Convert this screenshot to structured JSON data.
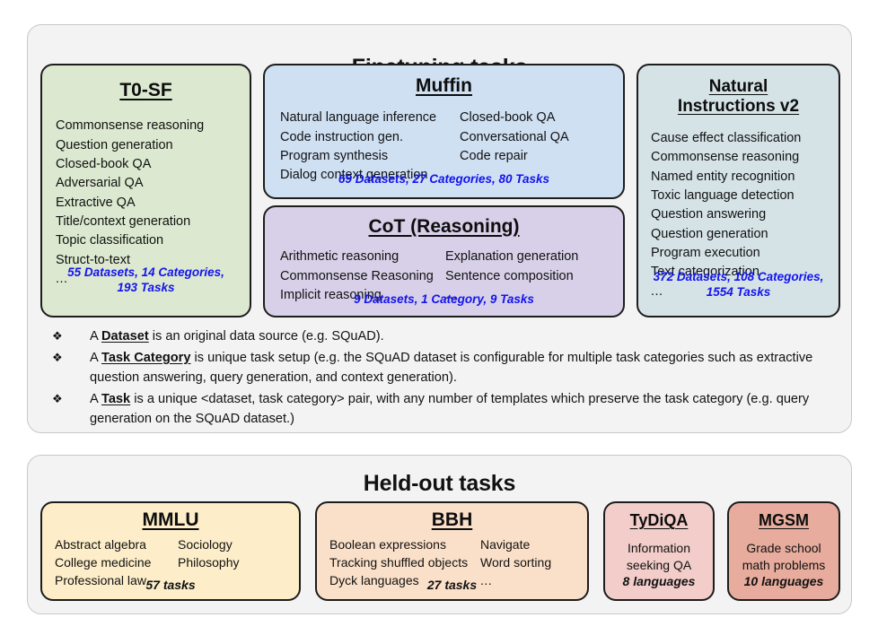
{
  "finetuning": {
    "title": "Finetuning tasks",
    "boxes": [
      {
        "id": "t0sf",
        "name": "T0-SF",
        "color": "#dce9d0",
        "col1": [
          "Commonsense reasoning",
          "Question generation",
          "Closed-book QA",
          "Adversarial QA",
          "Extractive QA",
          "Title/context generation",
          "Topic classification",
          "Struct-to-text",
          "..."
        ],
        "col2": [],
        "stat": "55 Datasets, 14 Categories,\n193 Tasks"
      },
      {
        "id": "muffin",
        "name": "Muffin",
        "color": "#cfe0f3",
        "col1": [
          "Natural language inference",
          "Code instruction gen.",
          "Program synthesis",
          "Dialog context generation"
        ],
        "col2": [
          "Closed-book QA",
          "Conversational QA",
          "Code repair",
          "..."
        ],
        "stat": "69 Datasets, 27 Categories, 80 Tasks"
      },
      {
        "id": "cot",
        "name": "CoT (Reasoning)",
        "color": "#d7d0e8",
        "col1": [
          "Arithmetic reasoning",
          "Commonsense Reasoning",
          "Implicit reasoning"
        ],
        "col2": [
          "Explanation generation",
          "Sentence composition",
          "..."
        ],
        "stat": "9 Datasets, 1 Category, 9 Tasks"
      },
      {
        "id": "niv2",
        "name_line1": "Natural",
        "name_line2": "Instructions v2",
        "color": "#d5e3e7",
        "col1": [
          "Cause effect classification",
          "Commonsense reasoning",
          "Named entity recognition",
          "Toxic language detection",
          "Question answering",
          "Question generation",
          "Program execution",
          "Text categorization",
          "..."
        ],
        "col2": [],
        "stat": "372 Datasets, 108 Categories,\n1554 Tasks"
      }
    ],
    "bullets": [
      {
        "marker": "❖",
        "parts": [
          {
            "t": "A ",
            "b": false
          },
          {
            "t": "Dataset",
            "b": true
          },
          {
            "t": " is an original data source (e.g. SQuAD).",
            "b": false
          }
        ]
      },
      {
        "marker": "❖",
        "parts": [
          {
            "t": "A ",
            "b": false
          },
          {
            "t": "Task Category",
            "b": true
          },
          {
            "t": " is unique task setup (e.g. the SQuAD dataset is configurable for multiple task categories such as extractive question answering, query generation, and context generation).",
            "b": false
          }
        ]
      },
      {
        "marker": "❖",
        "parts": [
          {
            "t": "A ",
            "b": false
          },
          {
            "t": "Task",
            "b": true
          },
          {
            "t": " is a unique <dataset, task category> pair, with any number of templates which preserve the task category (e.g. query generation on the SQuAD dataset.)",
            "b": false
          }
        ]
      }
    ]
  },
  "heldout": {
    "title": "Held-out tasks",
    "boxes": [
      {
        "id": "mmlu",
        "name": "MMLU",
        "color": "#fdeec9",
        "col1": [
          "Abstract algebra",
          "College medicine",
          "Professional law"
        ],
        "col2": [
          "Sociology",
          "Philosophy",
          "..."
        ],
        "stat": "57 tasks"
      },
      {
        "id": "bbh",
        "name": "BBH",
        "color": "#fbe0c9",
        "col1": [
          "Boolean expressions",
          "Tracking shuffled objects",
          "Dyck languages"
        ],
        "col2": [
          "Navigate",
          "Word sorting",
          "..."
        ],
        "stat": "27 tasks"
      },
      {
        "id": "tydiqa",
        "name": "TyDiQA",
        "color": "#f2cdc9",
        "col1": [
          "Information",
          "seeking QA"
        ],
        "col2": [],
        "stat": "8 languages"
      },
      {
        "id": "mgsm",
        "name": "MGSM",
        "color": "#e7ac9d",
        "col1": [
          "Grade school",
          "math problems"
        ],
        "col2": [],
        "stat": "10 languages"
      }
    ]
  },
  "colors": {
    "panel_bg": "#f3f3f3",
    "panel_border": "#c8c8c8",
    "box_border": "#1d1d1d",
    "stat_blue": "#1313ee",
    "text": "#111111"
  }
}
